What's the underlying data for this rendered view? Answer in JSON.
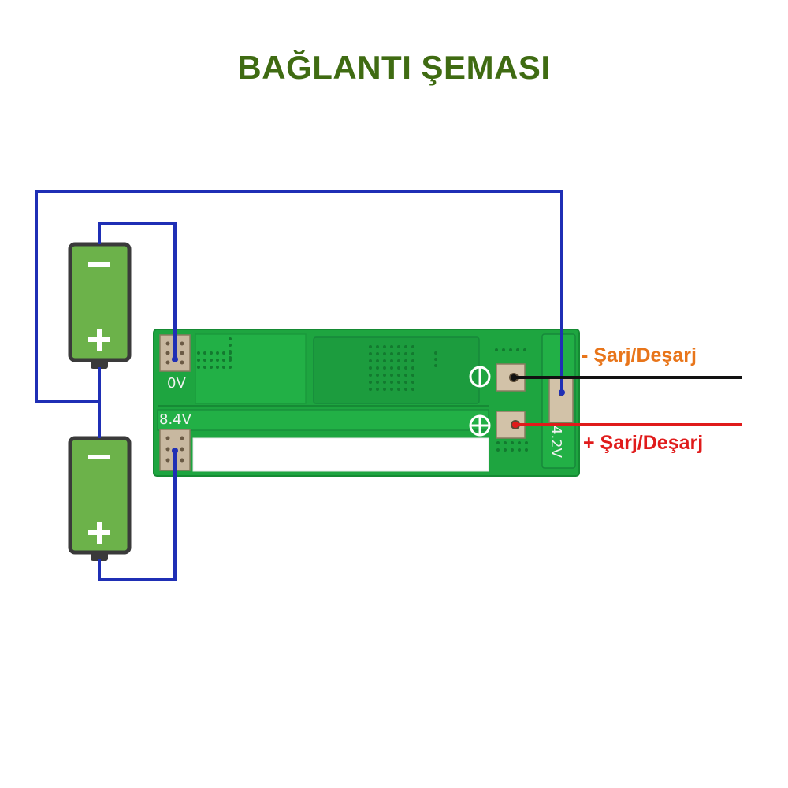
{
  "title": "BAĞLANTI ŞEMASI",
  "colors": {
    "title": "#3f6b12",
    "wire_blue": "#1f2fb5",
    "wire_black": "#111111",
    "wire_red": "#e01b1b",
    "label_minus": "#e8751a",
    "label_plus": "#e01b1b",
    "pcb": "#1ea540",
    "battery_body": "#6cb24a",
    "battery_dark": "#3a3a3a"
  },
  "batteries": [
    {
      "minus_symbol": "−",
      "plus_symbol": "+"
    },
    {
      "minus_symbol": "−",
      "plus_symbol": "+"
    }
  ],
  "board": {
    "label_0v": "0V",
    "label_84v": "8.4V",
    "label_42v": "4.2V",
    "minus_terminal_icon": "minus-circle-icon",
    "plus_terminal_icon": "plus-circle-icon"
  },
  "labels": {
    "minus_charge": "- Şarj/Deşarj",
    "plus_charge": "+ Şarj/Deşarj"
  }
}
